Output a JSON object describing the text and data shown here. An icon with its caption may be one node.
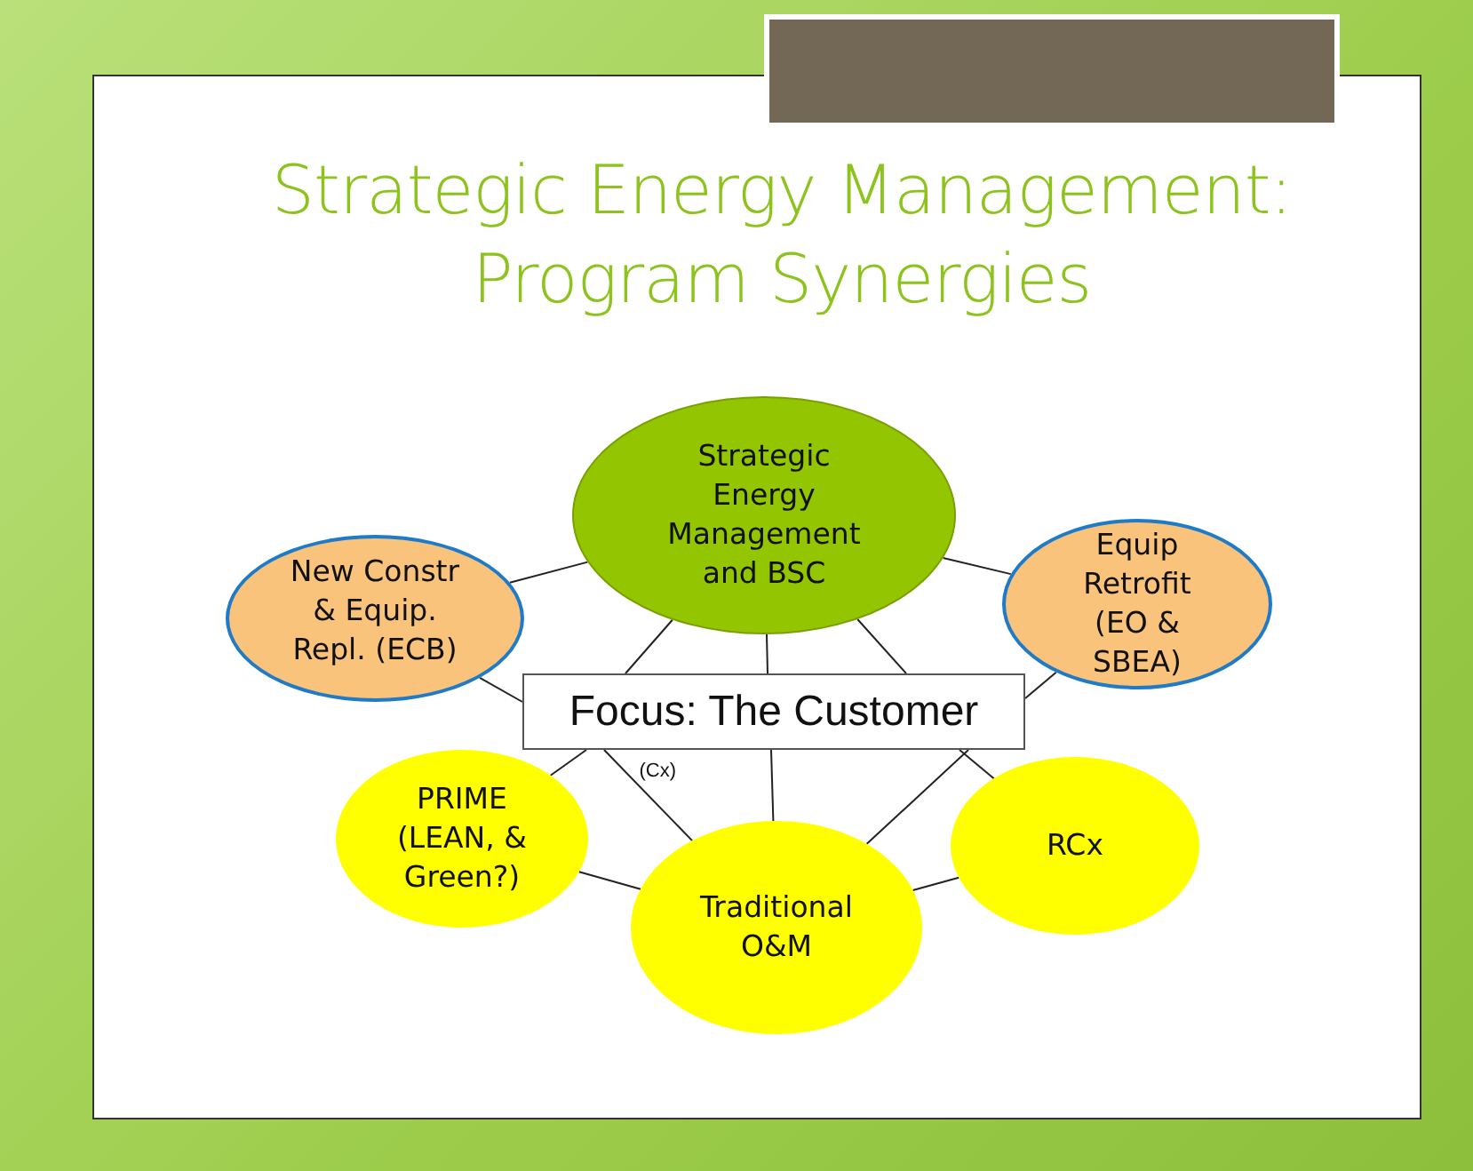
{
  "diagram": {
    "title": "Strategic Energy Management: Program Synergies",
    "nodes": [
      {
        "text": [
          "Strategic Energy Management and BSC"
        ]
      },
      {
        "text": [
          "New Constr & Equip. Repl. (ECB)"
        ]
      },
      {
        "text": [
          "Equip Retrofit (EO & SBEA)"
        ]
      },
      {
        "text": [
          "Focus: The Customer"
        ]
      },
      {
        "text": [
          "PRIME (LEAN, & Green?)"
        ]
      },
      {
        "text": [
          "Traditional O&M"
        ]
      },
      {
        "text": [
          "RCx"
        ]
      }
    ],
    "edges": [
      {
        "from": 0,
        "to": 1,
        "arrow": "none"
      },
      {
        "from": 0,
        "to": 2,
        "arrow": "none"
      },
      {
        "from": 0,
        "to": 3,
        "arrow": "none"
      },
      {
        "from": 0,
        "to": 3,
        "arrow": "none"
      },
      {
        "from": 0,
        "to": 3,
        "arrow": "none"
      },
      {
        "from": 1,
        "to": 3,
        "arrow": "none"
      },
      {
        "from": 2,
        "to": 3,
        "arrow": "none"
      },
      {
        "from": 3,
        "to": 4,
        "arrow": "none"
      },
      {
        "from": 3,
        "to": 5,
        "arrow": "none",
        "label": "(Cx)"
      },
      {
        "from": 3,
        "to": 5,
        "arrow": "none"
      },
      {
        "from": 3,
        "to": 5,
        "arrow": "none"
      },
      {
        "from": 3,
        "to": 6,
        "arrow": "none"
      },
      {
        "from": 4,
        "to": 5,
        "arrow": "none"
      },
      {
        "from": 5,
        "to": 6,
        "arrow": "none"
      }
    ]
  }
}
